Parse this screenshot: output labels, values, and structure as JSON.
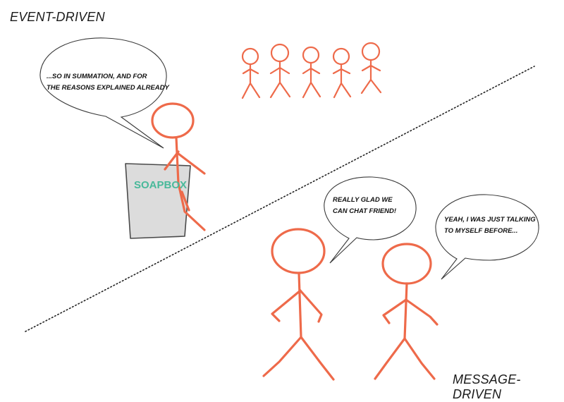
{
  "labels": {
    "event_driven": "EVENT-DRIVEN",
    "message_driven": "MESSAGE-DRIVEN"
  },
  "soapbox": {
    "label": "SOAPBOX"
  },
  "bubbles": [
    {
      "lines": [
        "...SO IN SUMMATION, AND FOR",
        "THE REASONS EXPLAINED ALREADY"
      ]
    },
    {
      "lines": [
        "REALLY GLAD WE",
        "CAN CHAT FRIEND!"
      ]
    },
    {
      "lines": [
        "YEAH, I WAS JUST TALKING",
        "TO MYSELF BEFORE..."
      ]
    }
  ],
  "colors": {
    "figure": "#ee6a4a",
    "soapbox_fill": "#dcdcdc",
    "soapbox_text": "#49b99a",
    "divider": "#222222"
  }
}
